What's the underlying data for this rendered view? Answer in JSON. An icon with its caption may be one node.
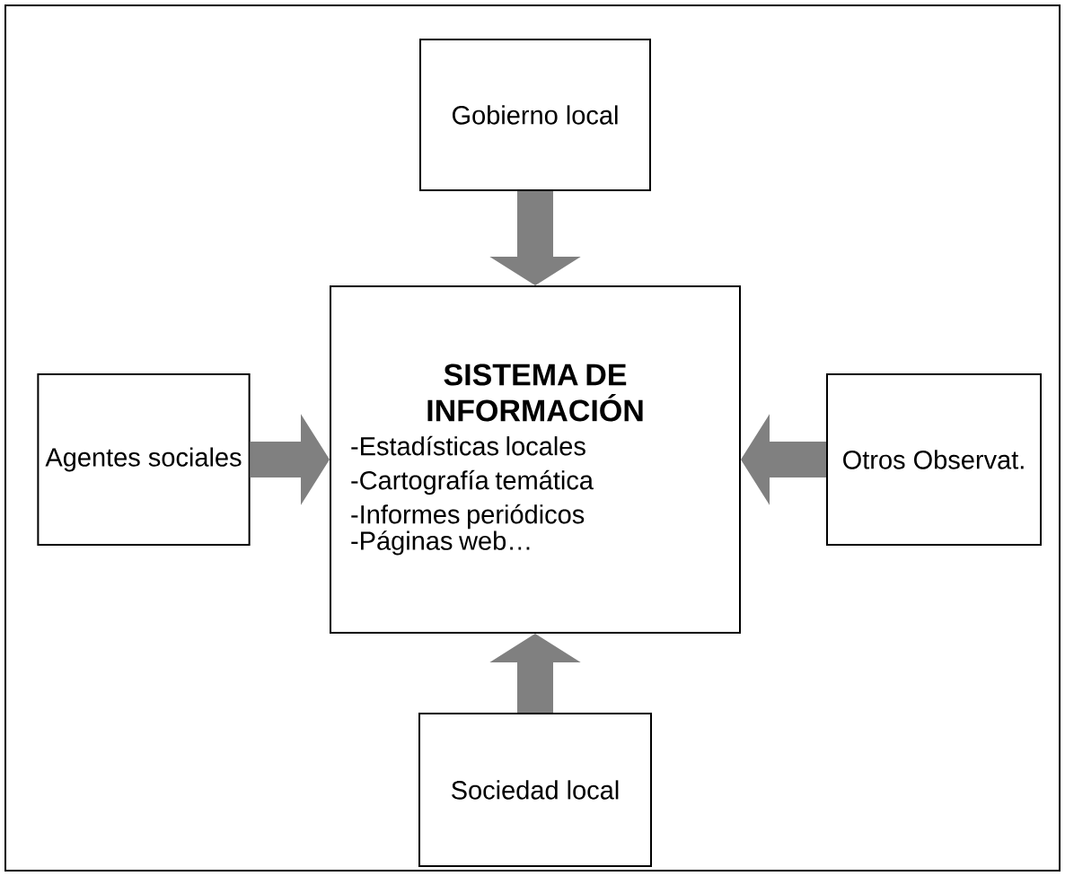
{
  "diagram": {
    "nodes": [
      {
        "text": [
          "Gobierno local"
        ]
      },
      {
        "text": [
          "Agentes sociales"
        ]
      },
      {
        "text": [
          "SISTEMA DE INFORMACIÓN",
          "-Estadísticas locales",
          "-Cartografía temática",
          "-Informes periódicos",
          "-Páginas web…"
        ]
      },
      {
        "text": [
          "Otros Observat."
        ]
      },
      {
        "text": [
          "Sociedad local"
        ]
      }
    ],
    "edges": [
      {
        "from": 0,
        "to": 2,
        "arrow": "to"
      },
      {
        "from": 1,
        "to": 2,
        "arrow": "to"
      },
      {
        "from": 3,
        "to": 2,
        "arrow": "to"
      },
      {
        "from": 4,
        "to": 2,
        "arrow": "to"
      }
    ]
  }
}
